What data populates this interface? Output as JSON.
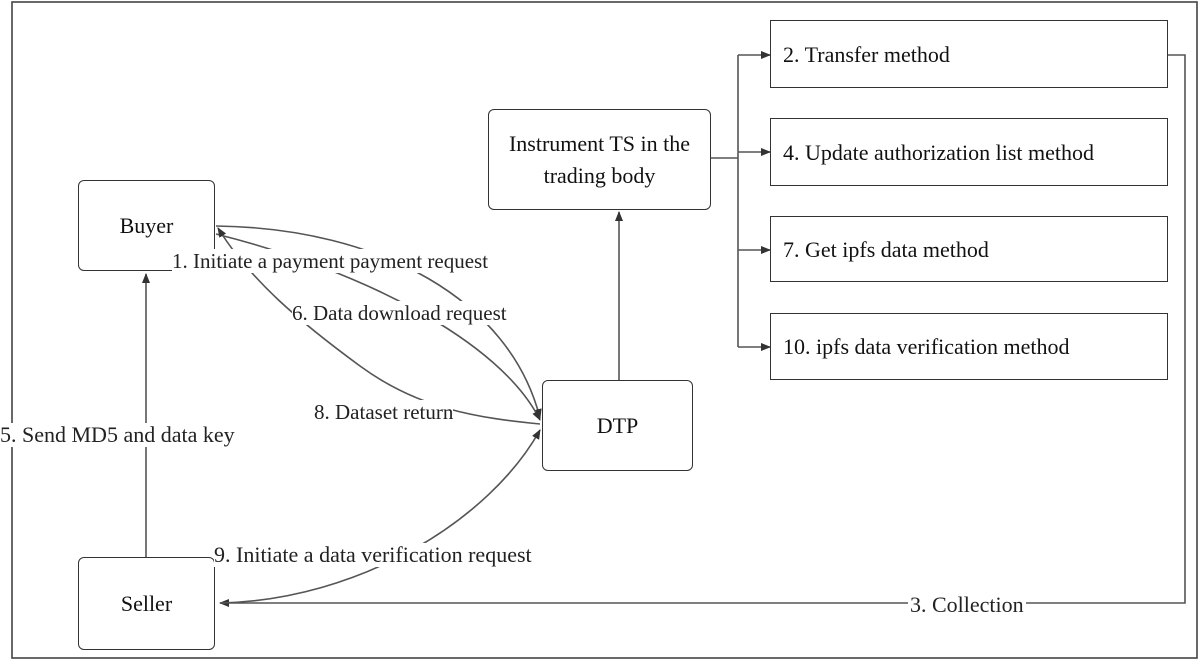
{
  "nodes": {
    "buyer": "Buyer",
    "seller": "Seller",
    "dtp": "DTP",
    "instrument": "Instrument TS in the trading body"
  },
  "methods": [
    "2. Transfer method",
    "4. Update authorization list method",
    "7. Get ipfs data method",
    "10. ipfs data verification method"
  ],
  "edges": {
    "payment_request": "1. Initiate a payment payment request",
    "collection": "3. Collection",
    "send_md5": "5. Send MD5 and data key",
    "download_request": "6. Data download request",
    "dataset_return": "8. Dataset return",
    "verification_request": "9. Initiate a data verification request"
  }
}
